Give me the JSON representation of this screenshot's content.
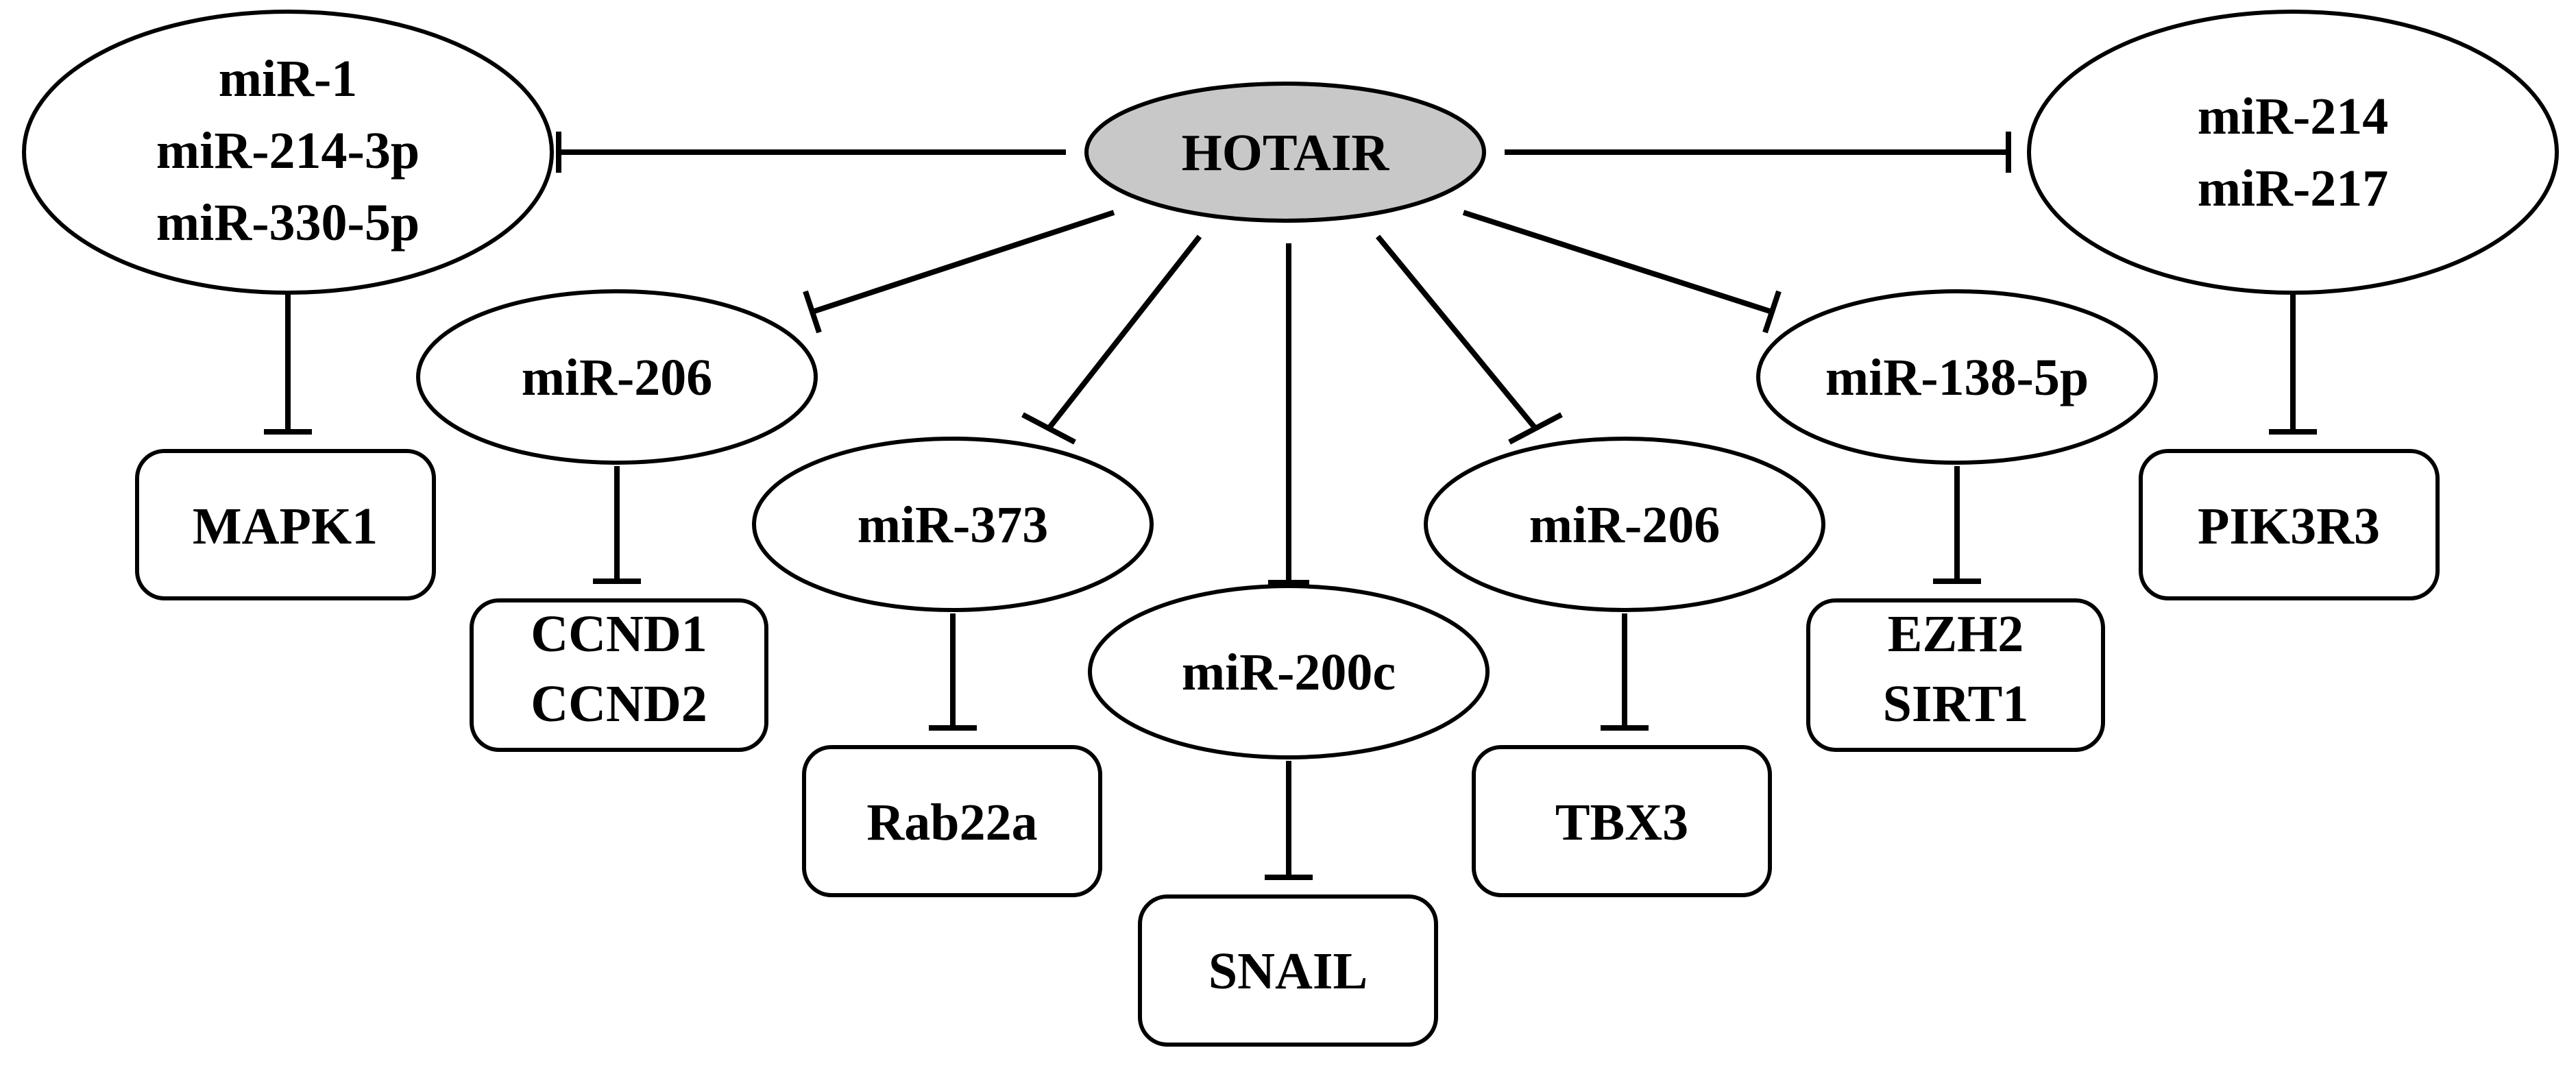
{
  "colors": {
    "hub_fill": "#c8c8c8",
    "node_fill": "#ffffff",
    "stroke": "#000000"
  },
  "hub": {
    "label": "HOTAIR"
  },
  "mirna_nodes": {
    "left_top": [
      "miR-1",
      "miR-214-3p",
      "miR-330-5p"
    ],
    "right_top": [
      "miR-214",
      "miR-217"
    ],
    "mir206_left": "miR-206",
    "mir373": "miR-373",
    "mir200c": "miR-200c",
    "mir206_right": "miR-206",
    "mir138": "miR-138-5p"
  },
  "target_nodes": {
    "mapk1": [
      "MAPK1"
    ],
    "ccnd": [
      "CCND1",
      "CCND2"
    ],
    "rab22a": [
      "Rab22a"
    ],
    "snail": [
      "SNAIL"
    ],
    "tbx3": [
      "TBX3"
    ],
    "ezh2_sirt1": [
      "EZH2",
      "SIRT1"
    ],
    "pik3r3": [
      "PIK3R3"
    ]
  },
  "edge_type": "inhibition"
}
